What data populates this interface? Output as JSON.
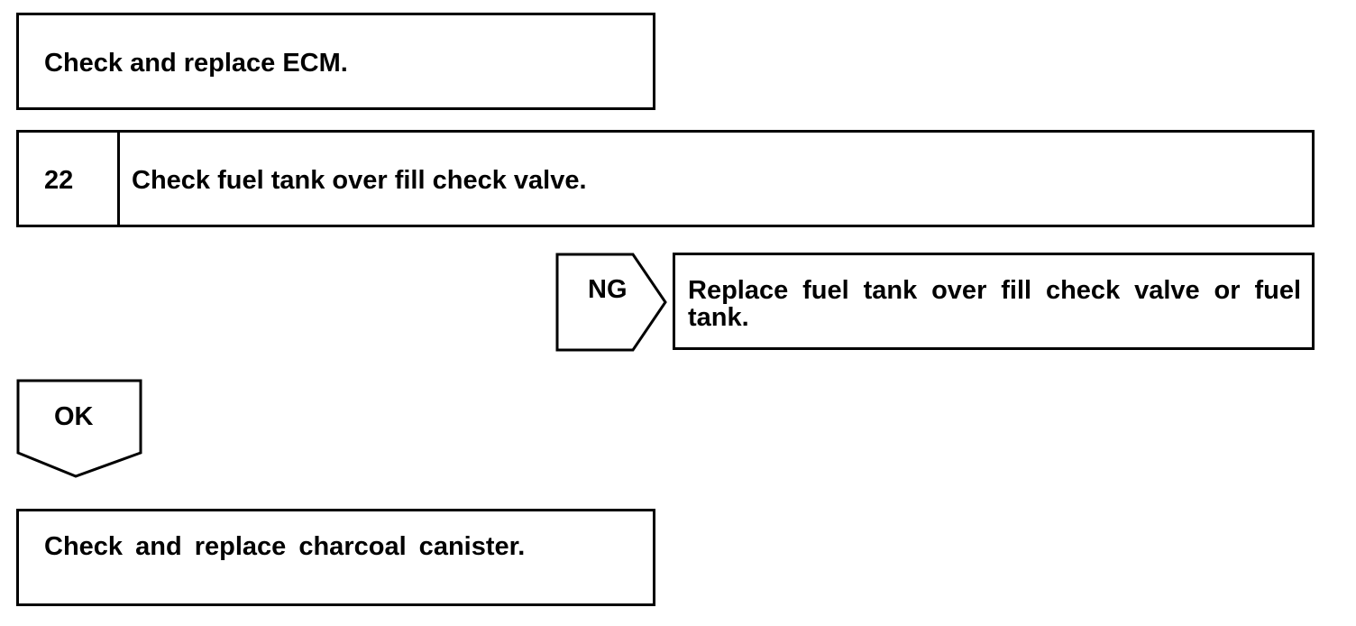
{
  "top_box": {
    "text": "Check and replace ECM."
  },
  "step": {
    "number": "22",
    "title": "Check fuel tank over fill check valve."
  },
  "ng_branch": {
    "label": "NG",
    "result": "Replace fuel tank over fill check valve or fuel tank."
  },
  "ok_branch": {
    "label": "OK",
    "result": "Check and replace charcoal canister."
  }
}
